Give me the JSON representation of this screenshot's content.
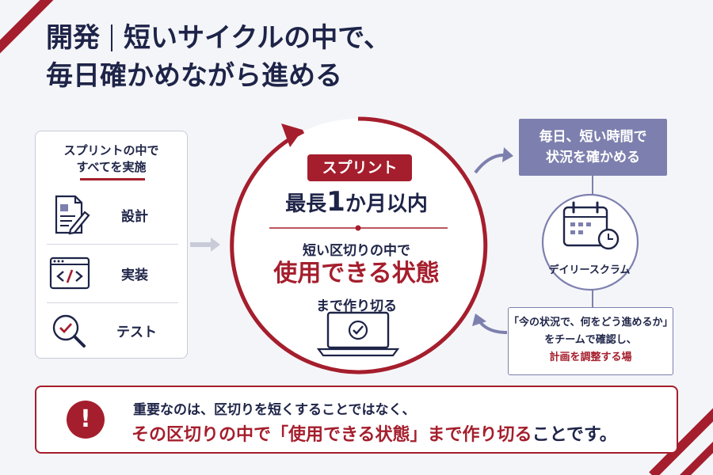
{
  "title": {
    "line1_part1": "開発",
    "line1_part2": "短いサイクルの中で、",
    "line2": "毎日確かめながら進める"
  },
  "left_panel": {
    "heading_line1": "スプリントの中で",
    "heading_line2": "すべてを実施",
    "items": [
      {
        "label": "設計",
        "icon": "document-pencil-icon"
      },
      {
        "label": "実装",
        "icon": "code-window-icon"
      },
      {
        "label": "テスト",
        "icon": "magnifier-check-icon"
      }
    ]
  },
  "sprint": {
    "badge": "スプリント",
    "max_prefix": "最長",
    "max_number": "1",
    "max_suffix": "か月以内",
    "sub1": "短い区切りの中で",
    "main": "使用できる状態",
    "sub2": "まで作り切る",
    "icon": "laptop-check-icon"
  },
  "daily_scrum": {
    "box_line1": "毎日、短い時間で",
    "box_line2": "状況を確かめる",
    "label": "デイリースクラム",
    "icon": "calendar-clock-icon",
    "quote_line1": "「今の状況で、何をどう進めるか」",
    "quote_line2": "をチームで確認し、",
    "quote_line3": "計画を調整する場"
  },
  "banner": {
    "icon": "exclamation-icon",
    "exclamation": "!",
    "line1": "重要なのは、区切りを短くすることではなく、",
    "line2_part1": "その区切りの中で「使用できる状態」まで作り切る",
    "line2_part2": "ことです。"
  },
  "colors": {
    "accent": "#a51e2d",
    "navy": "#1e2448",
    "lavender": "#7d80ae",
    "background": "#f4f5f8"
  }
}
